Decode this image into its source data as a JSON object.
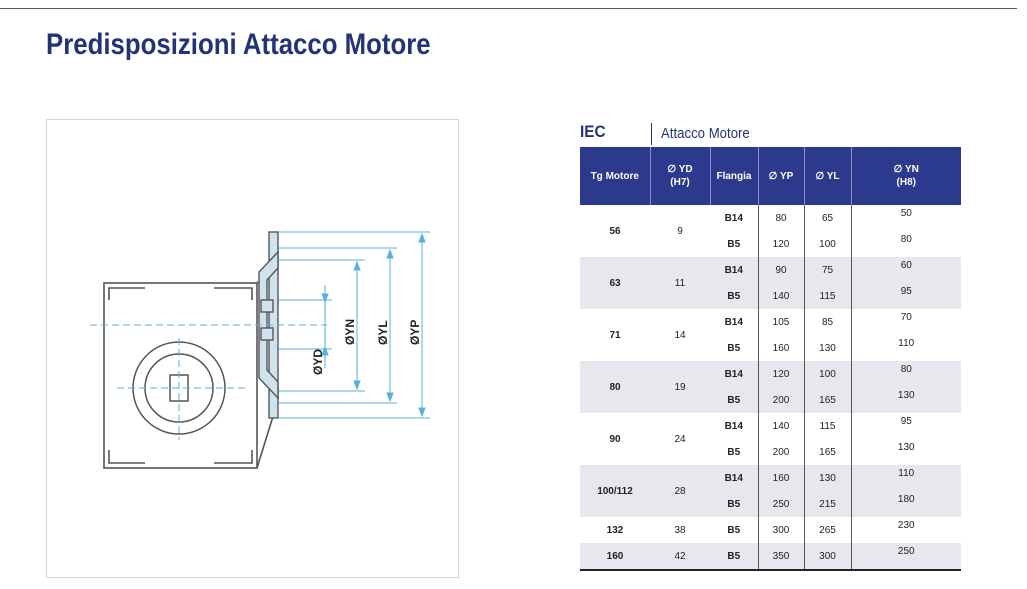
{
  "page": {
    "title": "Predisposizioni Attacco Motore"
  },
  "drawing": {
    "labels": [
      "ØYD",
      "ØYN",
      "ØYL",
      "ØYP"
    ],
    "colors": {
      "accent": "#5bb2d6",
      "stroke": "#555555",
      "fill": "#cfe3ef"
    }
  },
  "table": {
    "group_label": "IEC",
    "group_title": "Attacco Motore",
    "columns": [
      "Tg Motore",
      "∅ YD\n(H7)",
      "Flangia",
      "∅ YP",
      "∅ YL",
      "∅ YN\n(H8)"
    ],
    "groups": [
      {
        "tg": "56",
        "yd": "9",
        "rows": [
          {
            "flangia": "B14",
            "yp": "80",
            "yl": "65",
            "yn": "50"
          },
          {
            "flangia": "B5",
            "yp": "120",
            "yl": "100",
            "yn": "80"
          }
        ]
      },
      {
        "tg": "63",
        "yd": "11",
        "rows": [
          {
            "flangia": "B14",
            "yp": "90",
            "yl": "75",
            "yn": "60"
          },
          {
            "flangia": "B5",
            "yp": "140",
            "yl": "115",
            "yn": "95"
          }
        ]
      },
      {
        "tg": "71",
        "yd": "14",
        "rows": [
          {
            "flangia": "B14",
            "yp": "105",
            "yl": "85",
            "yn": "70"
          },
          {
            "flangia": "B5",
            "yp": "160",
            "yl": "130",
            "yn": "110"
          }
        ]
      },
      {
        "tg": "80",
        "yd": "19",
        "rows": [
          {
            "flangia": "B14",
            "yp": "120",
            "yl": "100",
            "yn": "80"
          },
          {
            "flangia": "B5",
            "yp": "200",
            "yl": "165",
            "yn": "130"
          }
        ]
      },
      {
        "tg": "90",
        "yd": "24",
        "rows": [
          {
            "flangia": "B14",
            "yp": "140",
            "yl": "115",
            "yn": "95"
          },
          {
            "flangia": "B5",
            "yp": "200",
            "yl": "165",
            "yn": "130"
          }
        ]
      },
      {
        "tg": "100/112",
        "yd": "28",
        "rows": [
          {
            "flangia": "B14",
            "yp": "160",
            "yl": "130",
            "yn": "110"
          },
          {
            "flangia": "B5",
            "yp": "250",
            "yl": "215",
            "yn": "180"
          }
        ]
      },
      {
        "tg": "132",
        "yd": "38",
        "rows": [
          {
            "flangia": "B5",
            "yp": "300",
            "yl": "265",
            "yn": "230"
          }
        ]
      },
      {
        "tg": "160",
        "yd": "42",
        "rows": [
          {
            "flangia": "B5",
            "yp": "350",
            "yl": "300",
            "yn": "250"
          }
        ]
      }
    ]
  }
}
